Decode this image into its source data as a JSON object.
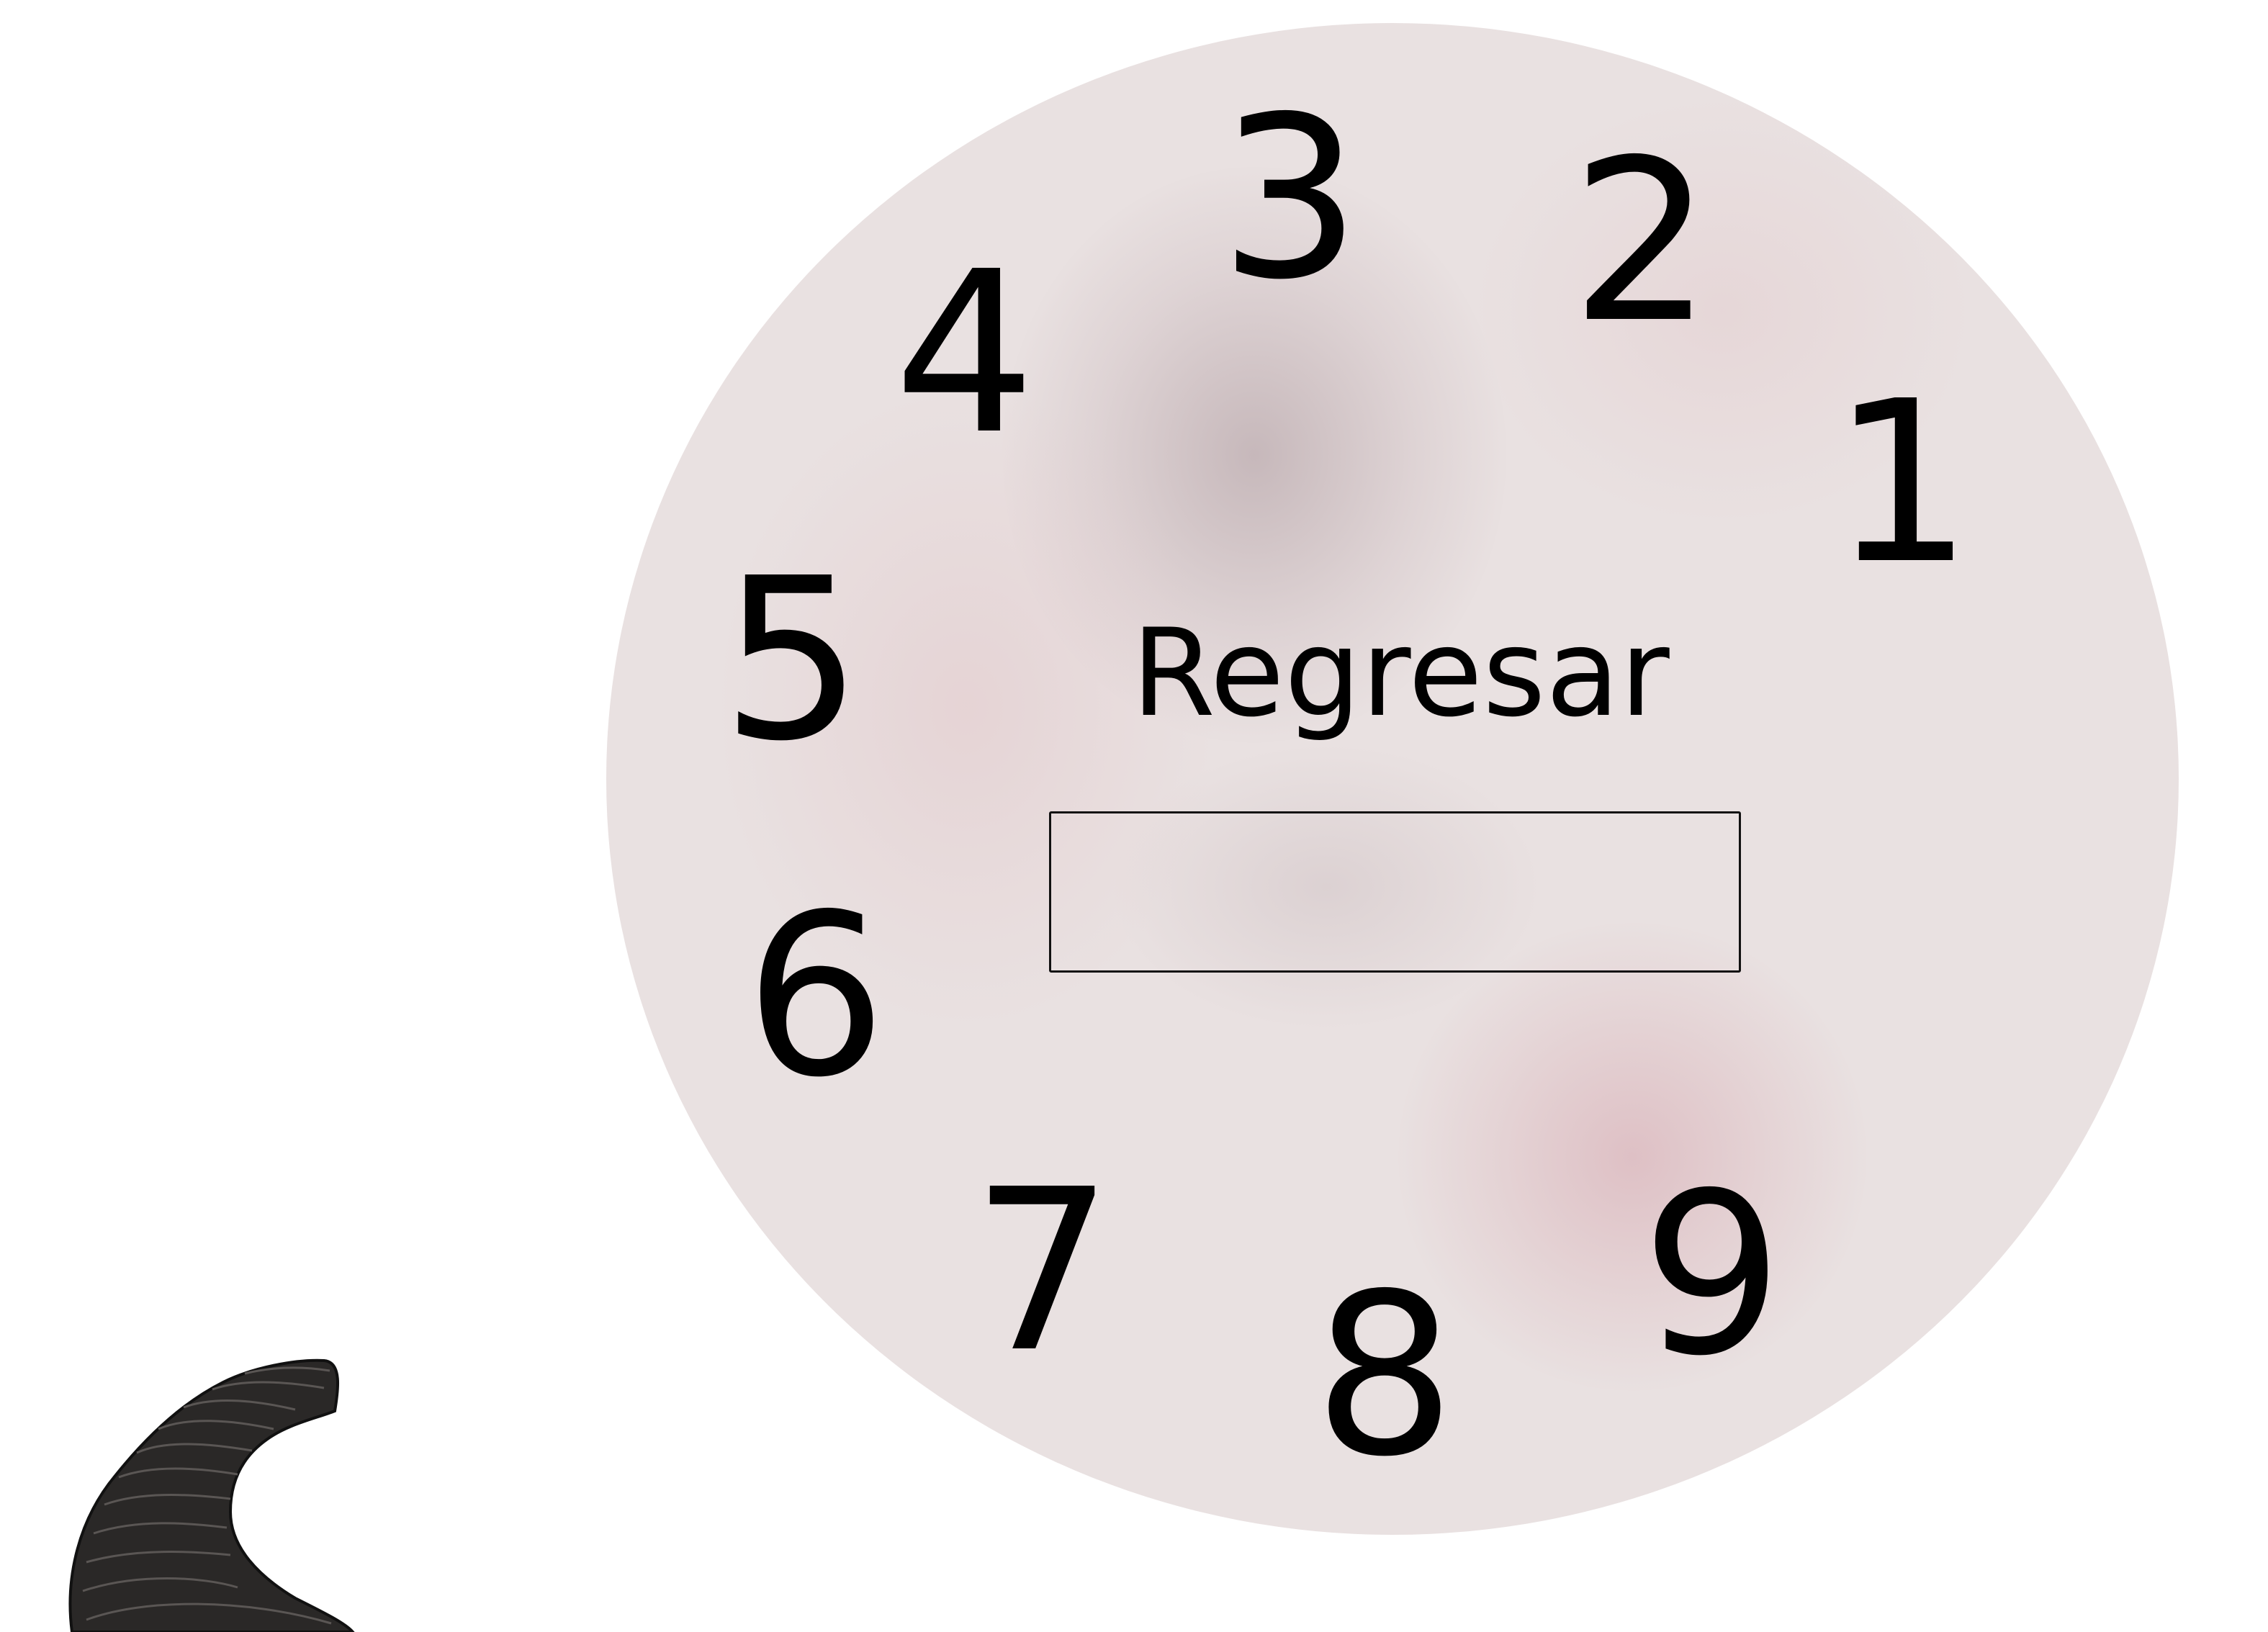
{
  "dial": {
    "digits": [
      "1",
      "2",
      "3",
      "4",
      "5",
      "6",
      "7",
      "8",
      "9"
    ],
    "back_label": "Regresar",
    "entry_value": ""
  },
  "colors": {
    "dial_face": "#e9e1e1",
    "smudge_dark": "#b7a8ab",
    "smudge_pink": "#dcb8bc",
    "ink": "#000000",
    "tentacle": "#2a2827"
  },
  "icons": {
    "corner_decoration": "tentacle-icon"
  }
}
